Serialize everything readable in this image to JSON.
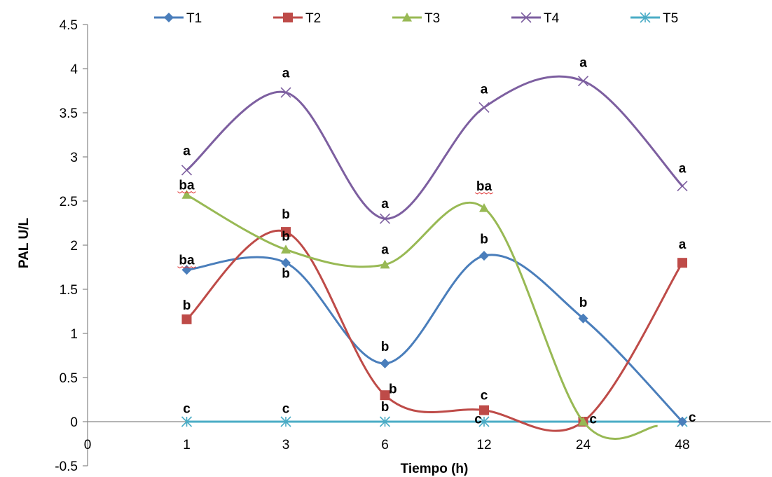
{
  "chart_data": {
    "type": "line",
    "title": "",
    "xlabel": "Tiempo (h)",
    "ylabel": "PAL U/L",
    "x_origin_label": "0",
    "categories": [
      "1",
      "3",
      "6",
      "12",
      "24",
      "48"
    ],
    "yticks": [
      "-0.5",
      "0",
      "0.5",
      "1",
      "1.5",
      "2",
      "2.5",
      "3",
      "3.5",
      "4",
      "4.5"
    ],
    "ylim": [
      -0.5,
      4.5
    ],
    "grid": false,
    "smooth": true,
    "legend_position": "top",
    "series": [
      {
        "name": "T1",
        "color": "#4a7ebb",
        "marker": "diamond",
        "values": [
          1.72,
          1.8,
          0.66,
          1.88,
          1.17,
          0.0
        ]
      },
      {
        "name": "T2",
        "color": "#be4b48",
        "marker": "square",
        "values": [
          1.16,
          2.15,
          0.3,
          0.13,
          0.0,
          1.8
        ]
      },
      {
        "name": "T3",
        "color": "#98b954",
        "marker": "triangle",
        "values": [
          2.57,
          1.95,
          1.78,
          2.42,
          0.0,
          null
        ]
      },
      {
        "name": "T4",
        "color": "#7d5fa0",
        "marker": "x",
        "values": [
          2.85,
          3.73,
          2.3,
          3.56,
          3.86,
          2.67
        ]
      },
      {
        "name": "T5",
        "color": "#4bacc6",
        "marker": "star",
        "values": [
          0.0,
          0.0,
          0.0,
          0.0,
          0.0,
          0.0
        ]
      }
    ],
    "t3_tail": {
      "x": 4.75,
      "y": -0.05
    },
    "annotations": [
      {
        "text": "a",
        "x": 0,
        "y": 3.02
      },
      {
        "text": "ba",
        "x": 0,
        "y": 2.63
      },
      {
        "text": "ba",
        "x": 0,
        "y": 1.78
      },
      {
        "text": "b",
        "x": 0,
        "y": 1.27
      },
      {
        "text": "c",
        "x": 0,
        "y": 0.1
      },
      {
        "text": "a",
        "x": 1,
        "y": 3.9
      },
      {
        "text": "b",
        "x": 1,
        "y": 2.3
      },
      {
        "text": "b",
        "x": 1,
        "y": 2.05
      },
      {
        "text": "b",
        "x": 1,
        "y": 1.63
      },
      {
        "text": "c",
        "x": 1,
        "y": 0.1
      },
      {
        "text": "a",
        "x": 2,
        "y": 2.42
      },
      {
        "text": "a",
        "x": 2,
        "y": 1.9
      },
      {
        "text": "b",
        "x": 2,
        "y": 0.8
      },
      {
        "text": "b",
        "x": 2.08,
        "y": 0.32
      },
      {
        "text": "b",
        "x": 2,
        "y": 0.12
      },
      {
        "text": "a",
        "x": 3,
        "y": 3.72
      },
      {
        "text": "ba",
        "x": 3,
        "y": 2.62
      },
      {
        "text": "b",
        "x": 3,
        "y": 2.02
      },
      {
        "text": "c",
        "x": 3,
        "y": 0.25
      },
      {
        "text": "c",
        "x": 2.94,
        "y": -0.02
      },
      {
        "text": "a",
        "x": 4,
        "y": 4.02
      },
      {
        "text": "b",
        "x": 4,
        "y": 1.3
      },
      {
        "text": "c",
        "x": 4.1,
        "y": -0.02
      },
      {
        "text": "a",
        "x": 5,
        "y": 2.82
      },
      {
        "text": "a",
        "x": 5,
        "y": 1.96
      },
      {
        "text": "c",
        "x": 5.1,
        "y": 0.0
      }
    ],
    "underlined_labels": [
      "ba"
    ]
  }
}
